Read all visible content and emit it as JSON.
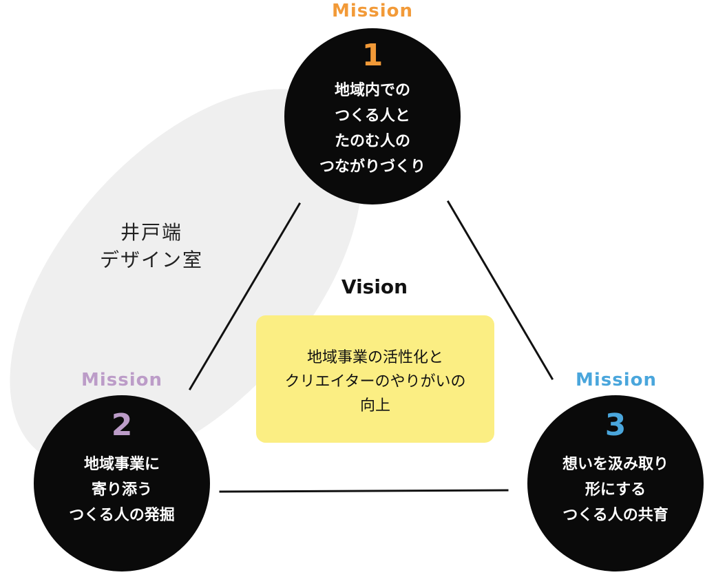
{
  "colors": {
    "background": "#ffffff",
    "circle": "#0a0a0a",
    "circle_text": "#ffffff",
    "blob": "#efefef",
    "vision_box": "#fbee83",
    "connector": "#111111"
  },
  "studio": {
    "name": "井戸端\nデザイン室"
  },
  "vision": {
    "title": "Vision",
    "text": "地域事業の活性化と\nクリエイターのやりがいの\n向上"
  },
  "missions": [
    {
      "label": "Mission",
      "number": "1",
      "color": "#f29a38",
      "text": "地域内での\nつくる人と\nたのむ人の\nつながりづくり"
    },
    {
      "label": "Mission",
      "number": "2",
      "color": "#bc9cc8",
      "text": "地域事業に\n寄り添う\nつくる人の発掘"
    },
    {
      "label": "Mission",
      "number": "3",
      "color": "#4aa6dc",
      "text": "想いを汲み取り\n形にする\nつくる人の共育"
    }
  ]
}
